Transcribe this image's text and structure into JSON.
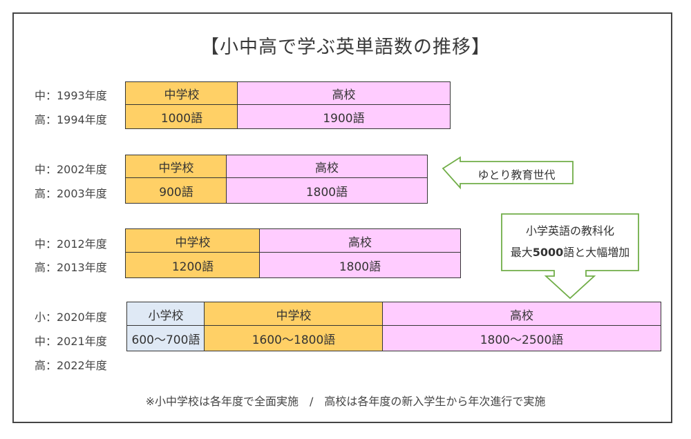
{
  "title": "【小中高で学ぶ英単語数の推移】",
  "periods": [
    {
      "years": [
        "中：1993年度",
        "高：1994年度"
      ],
      "cells": {
        "junior_label": "中学校",
        "high_label": "高校",
        "junior_words": "1000語",
        "high_words": "1900語"
      }
    },
    {
      "years": [
        "中：2002年度",
        "高：2003年度"
      ],
      "cells": {
        "junior_label": "中学校",
        "high_label": "高校",
        "junior_words": "900語",
        "high_words": "1800語"
      }
    },
    {
      "years": [
        "中：2012年度",
        "高：2013年度"
      ],
      "cells": {
        "junior_label": "中学校",
        "high_label": "高校",
        "junior_words": "1200語",
        "high_words": "1800語"
      }
    },
    {
      "years": [
        "小：2020年度",
        "中：2021年度",
        "高：2022年度"
      ],
      "cells": {
        "elementary_label": "小学校",
        "junior_label": "中学校",
        "high_label": "高校",
        "elementary_words": "600～700語",
        "junior_words": "1600～1800語",
        "high_words": "1800～2500語"
      }
    }
  ],
  "callouts": {
    "yutori": "ゆとり教育世代",
    "elementary_line1": "小学英語の教科化",
    "elementary_line2_pre": "最大",
    "elementary_line2_bold": "5000",
    "elementary_line2_post": "語と大幅増加"
  },
  "footnote": "※小中学校は各年度で全面実施　/　高校は各年度の新入学生から年次進行で実施",
  "colors": {
    "junior_high": "#ffd066",
    "high_school": "#ffccff",
    "elementary": "#dfe9f5",
    "callout_border": "#70ad47"
  }
}
